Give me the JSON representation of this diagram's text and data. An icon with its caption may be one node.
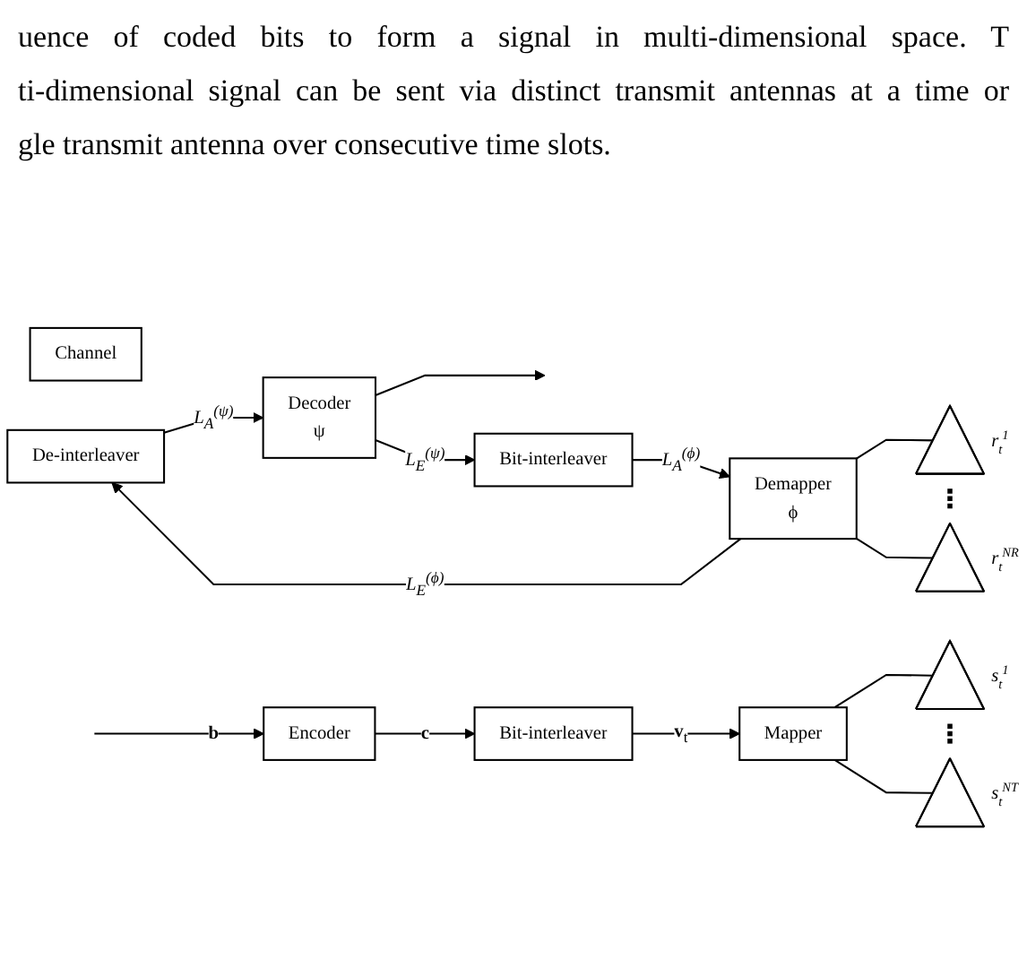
{
  "diagram": {
    "nodes": [
      {
        "text": [
          "Encoder"
        ]
      },
      {
        "text": [
          "Bit-interleaver"
        ]
      },
      {
        "text": [
          "Mapper"
        ]
      },
      {
        "text": [],
        "shape": "triangle",
        "beside": [
          "s$_{t}$$^{1}$"
        ]
      },
      {
        "text": [],
        "shape": "triangle",
        "beside": [
          "s$_{t}$$^{NT}$"
        ]
      },
      {
        "text": [
          "Channel"
        ]
      },
      {
        "text": [
          "De-interleaver"
        ]
      },
      {
        "text": [
          "Decoder",
          "ψ"
        ]
      },
      {
        "text": [
          "Demapper",
          "ϕ"
        ]
      },
      {
        "text": [],
        "shape": "triangle",
        "beside": [
          "r$_{t}$$^{1}$"
        ]
      },
      {
        "text": [],
        "shape": "triangle",
        "beside": [
          "r$_{t}$$^{NR}$"
        ]
      },
      {
        "text": [
          "Bit-interleaver"
        ]
      }
    ],
    "edges": [
      {
        "from": null,
        "to": 0,
        "arrow": "to",
        "label": "b"
      },
      {
        "from": 0,
        "to": 1,
        "arrow": "to",
        "label": "c"
      },
      {
        "from": 1,
        "to": 2,
        "arrow": "to",
        "label": "**v**$_{t}$"
      },
      {
        "from": 2,
        "to": 3,
        "arrow": "none"
      },
      {
        "from": 2,
        "to": 4,
        "arrow": "none"
      },
      {
        "from": 8,
        "to": 6,
        "arrow": "to",
        "label": "L$_{E}$$^{(ϕ)}$"
      },
      {
        "from": 6,
        "to": 7,
        "arrow": "to",
        "label": "L$_{A}$$^{(ψ)}$"
      },
      {
        "from": 7,
        "to": null,
        "arrow": "to"
      },
      {
        "from": 7,
        "to": 11,
        "arrow": "to",
        "label": "L$_{E}$$^{(ψ)}$"
      },
      {
        "from": 11,
        "to": 8,
        "arrow": "to",
        "label": "L$_{A}$$^{(ϕ)}$"
      },
      {
        "from": 8,
        "to": 9,
        "arrow": "none"
      },
      {
        "from": 8,
        "to": 10,
        "arrow": "none"
      }
    ],
    "labels": [
      "uence of coded bits to form a signal in multi-dimensional space. T",
      "ti-dimensional signal can be sent via distinct transmit antennas at a time or",
      "gle transmit antenna over consecutive time slots."
    ]
  }
}
